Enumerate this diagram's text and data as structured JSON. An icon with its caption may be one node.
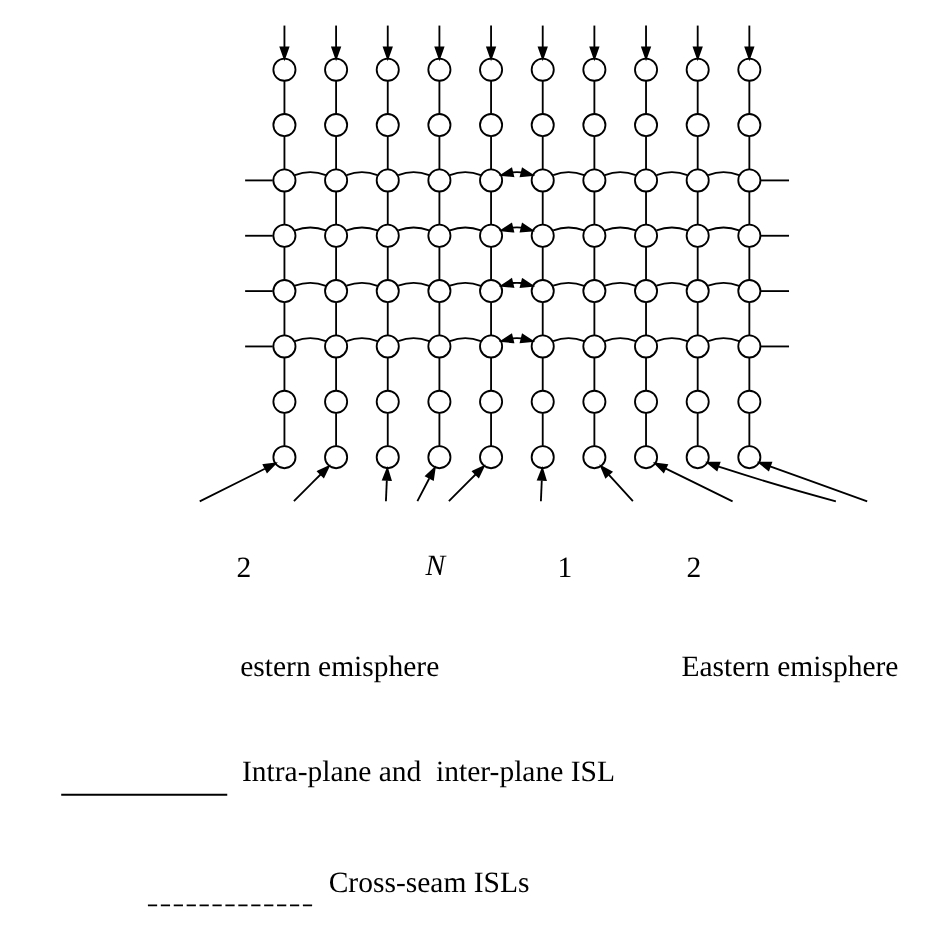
{
  "diagram": {
    "nodes": [
      {
        "text": [],
        "shape": "circle"
      },
      {
        "text": [],
        "shape": "circle"
      },
      {
        "text": [],
        "shape": "circle"
      },
      {
        "text": [],
        "shape": "circle"
      },
      {
        "text": [],
        "shape": "circle"
      },
      {
        "text": [],
        "shape": "circle"
      },
      {
        "text": [],
        "shape": "circle"
      },
      {
        "text": [],
        "shape": "circle"
      },
      {
        "text": [],
        "shape": "circle"
      },
      {
        "text": [],
        "shape": "circle"
      },
      {
        "text": [],
        "shape": "circle"
      },
      {
        "text": [],
        "shape": "circle"
      },
      {
        "text": [],
        "shape": "circle"
      },
      {
        "text": [],
        "shape": "circle"
      },
      {
        "text": [],
        "shape": "circle"
      },
      {
        "text": [],
        "shape": "circle"
      },
      {
        "text": [],
        "shape": "circle"
      },
      {
        "text": [],
        "shape": "circle"
      },
      {
        "text": [],
        "shape": "circle"
      },
      {
        "text": [],
        "shape": "circle"
      },
      {
        "text": [],
        "shape": "circle"
      },
      {
        "text": [],
        "shape": "circle"
      },
      {
        "text": [],
        "shape": "circle"
      },
      {
        "text": [],
        "shape": "circle"
      },
      {
        "text": [],
        "shape": "circle"
      },
      {
        "text": [],
        "shape": "circle"
      },
      {
        "text": [],
        "shape": "circle"
      },
      {
        "text": [],
        "shape": "circle"
      },
      {
        "text": [],
        "shape": "circle"
      },
      {
        "text": [],
        "shape": "circle"
      },
      {
        "text": [],
        "shape": "circle"
      },
      {
        "text": [],
        "shape": "circle"
      },
      {
        "text": [],
        "shape": "circle"
      },
      {
        "text": [],
        "shape": "circle"
      },
      {
        "text": [],
        "shape": "circle"
      },
      {
        "text": [],
        "shape": "circle"
      },
      {
        "text": [],
        "shape": "circle"
      },
      {
        "text": [],
        "shape": "circle"
      },
      {
        "text": [],
        "shape": "circle"
      },
      {
        "text": [],
        "shape": "circle"
      },
      {
        "text": [],
        "shape": "circle"
      },
      {
        "text": [],
        "shape": "circle"
      },
      {
        "text": [],
        "shape": "circle"
      },
      {
        "text": [],
        "shape": "circle"
      },
      {
        "text": [],
        "shape": "circle"
      },
      {
        "text": [],
        "shape": "circle"
      },
      {
        "text": [],
        "shape": "circle"
      },
      {
        "text": [],
        "shape": "circle"
      },
      {
        "text": [],
        "shape": "circle"
      },
      {
        "text": [],
        "shape": "circle"
      },
      {
        "text": [],
        "shape": "circle"
      },
      {
        "text": [],
        "shape": "circle"
      },
      {
        "text": [],
        "shape": "circle"
      },
      {
        "text": [],
        "shape": "circle"
      },
      {
        "text": [],
        "shape": "circle"
      },
      {
        "text": [],
        "shape": "circle"
      },
      {
        "text": [],
        "shape": "circle"
      },
      {
        "text": [],
        "shape": "circle"
      },
      {
        "text": [],
        "shape": "circle"
      },
      {
        "text": [],
        "shape": "circle"
      },
      {
        "text": [],
        "shape": "circle"
      },
      {
        "text": [],
        "shape": "circle"
      },
      {
        "text": [],
        "shape": "circle"
      },
      {
        "text": [],
        "shape": "circle"
      },
      {
        "text": [],
        "shape": "circle"
      },
      {
        "text": [],
        "shape": "circle"
      },
      {
        "text": [],
        "shape": "circle"
      },
      {
        "text": [],
        "shape": "circle"
      },
      {
        "text": [],
        "shape": "circle"
      },
      {
        "text": [],
        "shape": "circle"
      },
      {
        "text": [],
        "shape": "circle"
      },
      {
        "text": [],
        "shape": "circle"
      },
      {
        "text": [],
        "shape": "circle"
      },
      {
        "text": [],
        "shape": "circle"
      },
      {
        "text": [],
        "shape": "circle"
      },
      {
        "text": [],
        "shape": "circle"
      },
      {
        "text": [],
        "shape": "circle"
      },
      {
        "text": [],
        "shape": "circle"
      },
      {
        "text": [],
        "shape": "circle"
      },
      {
        "text": [],
        "shape": "circle"
      }
    ],
    "edges": [
      {
        "from": 0,
        "to": 10,
        "arrow": "none"
      },
      {
        "from": 1,
        "to": 11,
        "arrow": "none"
      },
      {
        "from": 2,
        "to": 12,
        "arrow": "none"
      },
      {
        "from": 3,
        "to": 13,
        "arrow": "none"
      },
      {
        "from": 4,
        "to": 14,
        "arrow": "none"
      },
      {
        "from": 5,
        "to": 15,
        "arrow": "none"
      },
      {
        "from": 6,
        "to": 16,
        "arrow": "none"
      },
      {
        "from": 7,
        "to": 17,
        "arrow": "none"
      },
      {
        "from": 8,
        "to": 18,
        "arrow": "none"
      },
      {
        "from": 9,
        "to": 19,
        "arrow": "none"
      },
      {
        "from": 10,
        "to": 20,
        "arrow": "none"
      },
      {
        "from": 11,
        "to": 21,
        "arrow": "none"
      },
      {
        "from": 12,
        "to": 22,
        "arrow": "none"
      },
      {
        "from": 13,
        "to": 23,
        "arrow": "none"
      },
      {
        "from": 14,
        "to": 24,
        "arrow": "none"
      },
      {
        "from": 15,
        "to": 25,
        "arrow": "none"
      },
      {
        "from": 16,
        "to": 26,
        "arrow": "none"
      },
      {
        "from": 17,
        "to": 27,
        "arrow": "none"
      },
      {
        "from": 18,
        "to": 28,
        "arrow": "none"
      },
      {
        "from": 19,
        "to": 29,
        "arrow": "none"
      },
      {
        "from": 20,
        "to": 30,
        "arrow": "none"
      },
      {
        "from": 21,
        "to": 31,
        "arrow": "none"
      },
      {
        "from": 22,
        "to": 32,
        "arrow": "none"
      },
      {
        "from": 23,
        "to": 33,
        "arrow": "none"
      },
      {
        "from": 24,
        "to": 34,
        "arrow": "none"
      },
      {
        "from": 25,
        "to": 35,
        "arrow": "none"
      },
      {
        "from": 26,
        "to": 36,
        "arrow": "none"
      },
      {
        "from": 27,
        "to": 37,
        "arrow": "none"
      },
      {
        "from": 28,
        "to": 38,
        "arrow": "none"
      },
      {
        "from": 29,
        "to": 39,
        "arrow": "none"
      },
      {
        "from": 30,
        "to": 40,
        "arrow": "none"
      },
      {
        "from": 31,
        "to": 41,
        "arrow": "none"
      },
      {
        "from": 32,
        "to": 42,
        "arrow": "none"
      },
      {
        "from": 33,
        "to": 43,
        "arrow": "none"
      },
      {
        "from": 34,
        "to": 44,
        "arrow": "none"
      },
      {
        "from": 35,
        "to": 45,
        "arrow": "none"
      },
      {
        "from": 36,
        "to": 46,
        "arrow": "none"
      },
      {
        "from": 37,
        "to": 47,
        "arrow": "none"
      },
      {
        "from": 38,
        "to": 48,
        "arrow": "none"
      },
      {
        "from": 39,
        "to": 49,
        "arrow": "none"
      },
      {
        "from": 40,
        "to": 50,
        "arrow": "none"
      },
      {
        "from": 41,
        "to": 51,
        "arrow": "none"
      },
      {
        "from": 42,
        "to": 52,
        "arrow": "none"
      },
      {
        "from": 43,
        "to": 53,
        "arrow": "none"
      },
      {
        "from": 44,
        "to": 54,
        "arrow": "none"
      },
      {
        "from": 45,
        "to": 55,
        "arrow": "none"
      },
      {
        "from": 46,
        "to": 56,
        "arrow": "none"
      },
      {
        "from": 47,
        "to": 57,
        "arrow": "none"
      },
      {
        "from": 48,
        "to": 58,
        "arrow": "none"
      },
      {
        "from": 49,
        "to": 59,
        "arrow": "none"
      },
      {
        "from": 50,
        "to": 60,
        "arrow": "none"
      },
      {
        "from": 51,
        "to": 61,
        "arrow": "none"
      },
      {
        "from": 52,
        "to": 62,
        "arrow": "none"
      },
      {
        "from": 53,
        "to": 63,
        "arrow": "none"
      },
      {
        "from": 54,
        "to": 64,
        "arrow": "none"
      },
      {
        "from": 55,
        "to": 65,
        "arrow": "none"
      },
      {
        "from": 56,
        "to": 66,
        "arrow": "none"
      },
      {
        "from": 57,
        "to": 67,
        "arrow": "none"
      },
      {
        "from": 58,
        "to": 68,
        "arrow": "none"
      },
      {
        "from": 59,
        "to": 69,
        "arrow": "none"
      },
      {
        "from": 60,
        "to": 70,
        "arrow": "none"
      },
      {
        "from": 61,
        "to": 71,
        "arrow": "none"
      },
      {
        "from": 62,
        "to": 72,
        "arrow": "none"
      },
      {
        "from": 63,
        "to": 73,
        "arrow": "none"
      },
      {
        "from": 64,
        "to": 74,
        "arrow": "none"
      },
      {
        "from": 65,
        "to": 75,
        "arrow": "none"
      },
      {
        "from": 66,
        "to": 76,
        "arrow": "none"
      },
      {
        "from": 67,
        "to": 77,
        "arrow": "none"
      },
      {
        "from": 68,
        "to": 78,
        "arrow": "none"
      },
      {
        "from": 69,
        "to": 79,
        "arrow": "none"
      },
      {
        "from": 20,
        "to": 21,
        "arrow": "none"
      },
      {
        "from": 21,
        "to": 22,
        "arrow": "none"
      },
      {
        "from": 22,
        "to": 23,
        "arrow": "none"
      },
      {
        "from": 23,
        "to": 24,
        "arrow": "none"
      },
      {
        "from": 25,
        "to": 26,
        "arrow": "none"
      },
      {
        "from": 26,
        "to": 27,
        "arrow": "none"
      },
      {
        "from": 27,
        "to": 28,
        "arrow": "none"
      },
      {
        "from": 28,
        "to": 29,
        "arrow": "none"
      },
      {
        "from": 30,
        "to": 31,
        "arrow": "none"
      },
      {
        "from": 31,
        "to": 32,
        "arrow": "none"
      },
      {
        "from": 32,
        "to": 33,
        "arrow": "none"
      },
      {
        "from": 33,
        "to": 34,
        "arrow": "none"
      },
      {
        "from": 35,
        "to": 36,
        "arrow": "none"
      },
      {
        "from": 36,
        "to": 37,
        "arrow": "none"
      },
      {
        "from": 37,
        "to": 38,
        "arrow": "none"
      },
      {
        "from": 38,
        "to": 39,
        "arrow": "none"
      },
      {
        "from": 40,
        "to": 41,
        "arrow": "none"
      },
      {
        "from": 41,
        "to": 42,
        "arrow": "none"
      },
      {
        "from": 42,
        "to": 43,
        "arrow": "none"
      },
      {
        "from": 43,
        "to": 44,
        "arrow": "none"
      },
      {
        "from": 45,
        "to": 46,
        "arrow": "none"
      },
      {
        "from": 46,
        "to": 47,
        "arrow": "none"
      },
      {
        "from": 47,
        "to": 48,
        "arrow": "none"
      },
      {
        "from": 48,
        "to": 49,
        "arrow": "none"
      },
      {
        "from": 50,
        "to": 51,
        "arrow": "none"
      },
      {
        "from": 51,
        "to": 52,
        "arrow": "none"
      },
      {
        "from": 52,
        "to": 53,
        "arrow": "none"
      },
      {
        "from": 53,
        "to": 54,
        "arrow": "none"
      },
      {
        "from": 55,
        "to": 56,
        "arrow": "none"
      },
      {
        "from": 56,
        "to": 57,
        "arrow": "none"
      },
      {
        "from": 57,
        "to": 58,
        "arrow": "none"
      },
      {
        "from": 58,
        "to": 59,
        "arrow": "none"
      },
      {
        "from": 24,
        "to": 25,
        "arrow": "both",
        "style": "dashed"
      },
      {
        "from": 34,
        "to": 35,
        "arrow": "both",
        "style": "dashed"
      },
      {
        "from": 44,
        "to": 45,
        "arrow": "both",
        "style": "dashed"
      },
      {
        "from": 54,
        "to": 55,
        "arrow": "both",
        "style": "dashed"
      },
      {
        "from": 20,
        "to": null,
        "arrow": "none"
      },
      {
        "from": 29,
        "to": null,
        "arrow": "none"
      },
      {
        "from": 30,
        "to": null,
        "arrow": "none"
      },
      {
        "from": 39,
        "to": null,
        "arrow": "none"
      },
      {
        "from": 40,
        "to": null,
        "arrow": "none"
      },
      {
        "from": 49,
        "to": null,
        "arrow": "none"
      },
      {
        "from": 50,
        "to": null,
        "arrow": "none"
      },
      {
        "from": 59,
        "to": null,
        "arrow": "none"
      },
      {
        "from": null,
        "to": 0,
        "arrow": "to"
      },
      {
        "from": null,
        "to": 1,
        "arrow": "to"
      },
      {
        "from": null,
        "to": 2,
        "arrow": "to"
      },
      {
        "from": null,
        "to": 3,
        "arrow": "to"
      },
      {
        "from": null,
        "to": 4,
        "arrow": "to"
      },
      {
        "from": null,
        "to": 5,
        "arrow": "to"
      },
      {
        "from": null,
        "to": 6,
        "arrow": "to"
      },
      {
        "from": null,
        "to": 7,
        "arrow": "to"
      },
      {
        "from": null,
        "to": 8,
        "arrow": "to"
      },
      {
        "from": null,
        "to": 9,
        "arrow": "to"
      },
      {
        "from": null,
        "to": 70,
        "arrow": "to"
      },
      {
        "from": null,
        "to": 71,
        "arrow": "to"
      },
      {
        "from": null,
        "to": 72,
        "arrow": "to"
      },
      {
        "from": null,
        "to": 73,
        "arrow": "to"
      },
      {
        "from": null,
        "to": 74,
        "arrow": "to"
      },
      {
        "from": null,
        "to": 75,
        "arrow": "to"
      },
      {
        "from": null,
        "to": 76,
        "arrow": "to"
      },
      {
        "from": null,
        "to": 77,
        "arrow": "to"
      },
      {
        "from": null,
        "to": 78,
        "arrow": "to"
      },
      {
        "from": null,
        "to": 79,
        "arrow": "to"
      }
    ],
    "labels": [
      "2",
      "N",
      "1",
      "2",
      "estern emisphere",
      "Eastern emisphere"
    ],
    "legend": [
      {
        "text": "Intra-plane and  inter-plane ISL"
      },
      {
        "text": "Cross-seam ISLs"
      }
    ]
  }
}
